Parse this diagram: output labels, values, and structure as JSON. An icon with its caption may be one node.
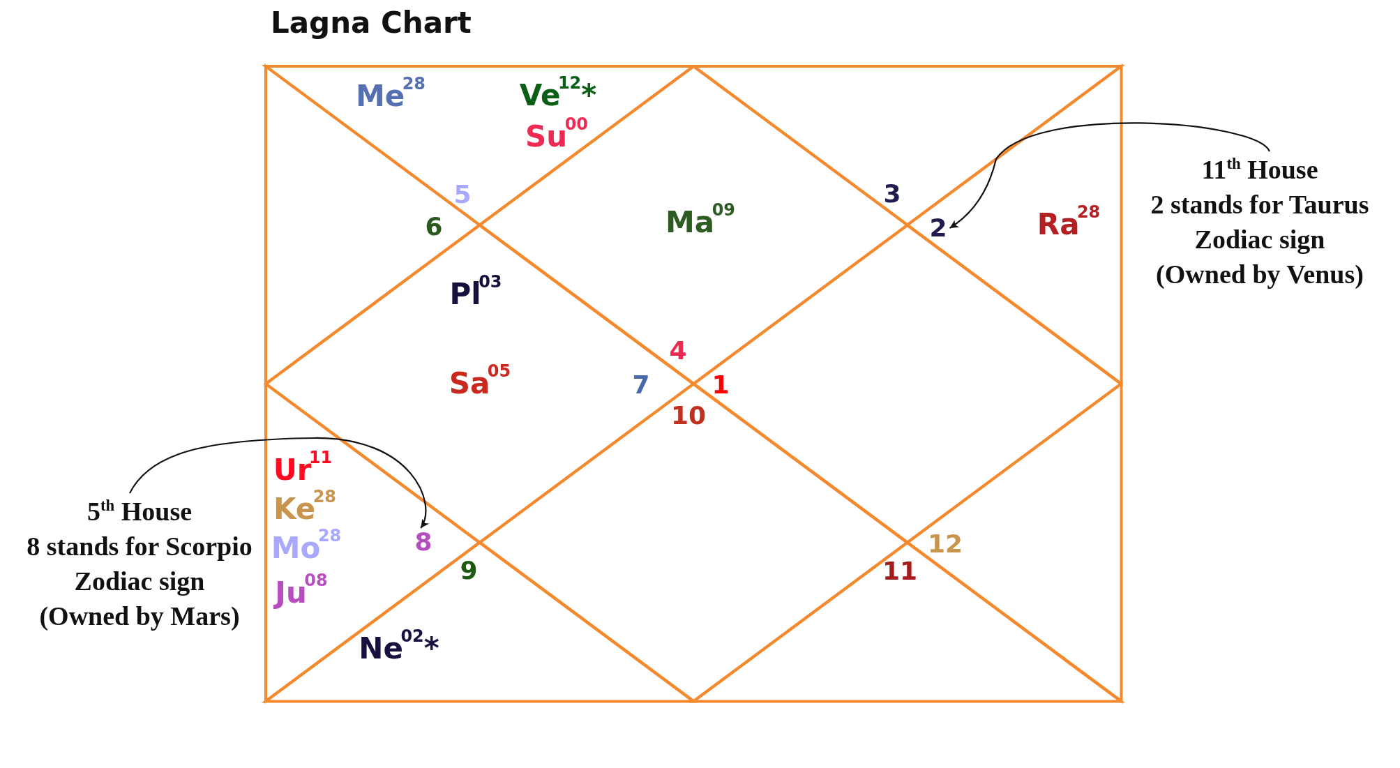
{
  "diagram": {
    "title": "Lagna Chart",
    "nodes": [
      {
        "text": [
          "Me$^{28}$",
          "Ve$^{12}$*",
          "Su$^{00}$",
          "5"
        ]
      },
      {
        "text": [
          "Ma$^{09}$",
          "4"
        ]
      },
      {
        "text": [
          "3"
        ]
      },
      {
        "text": [
          "11$^{th}$ House 2 stands for Taurus Zodiac sign (Owned by Venus)"
        ]
      },
      {
        "text": [
          "6"
        ]
      },
      {
        "text": [
          "Ra$^{28}$"
        ]
      },
      {
        "text": [
          "2"
        ],
        "in": 5
      },
      {
        "text": [
          "Pl$^{03}$",
          "Sa$^{05}$",
          "7"
        ]
      },
      {
        "text": [
          "1"
        ]
      },
      {
        "text": [
          "10"
        ]
      },
      {
        "text": [
          "5$^{th}$ House 8 stands for Scorpio Zodiac sign (Owned by Mars)"
        ]
      },
      {
        "text": [
          "Ur$^{11}$",
          "Ke$^{28}$",
          "Mo$^{28}$",
          "Ju$^{08}$"
        ]
      },
      {
        "text": [
          "8"
        ],
        "in": 11
      },
      {
        "text": [
          "12"
        ]
      },
      {
        "text": [
          "9",
          "Ne$^{02}$*"
        ]
      },
      {
        "text": [
          "11"
        ]
      }
    ],
    "edges": [
      {
        "from": 3,
        "to": 6,
        "arrow": "to"
      },
      {
        "from": 10,
        "to": 12,
        "arrow": "to"
      }
    ]
  }
}
